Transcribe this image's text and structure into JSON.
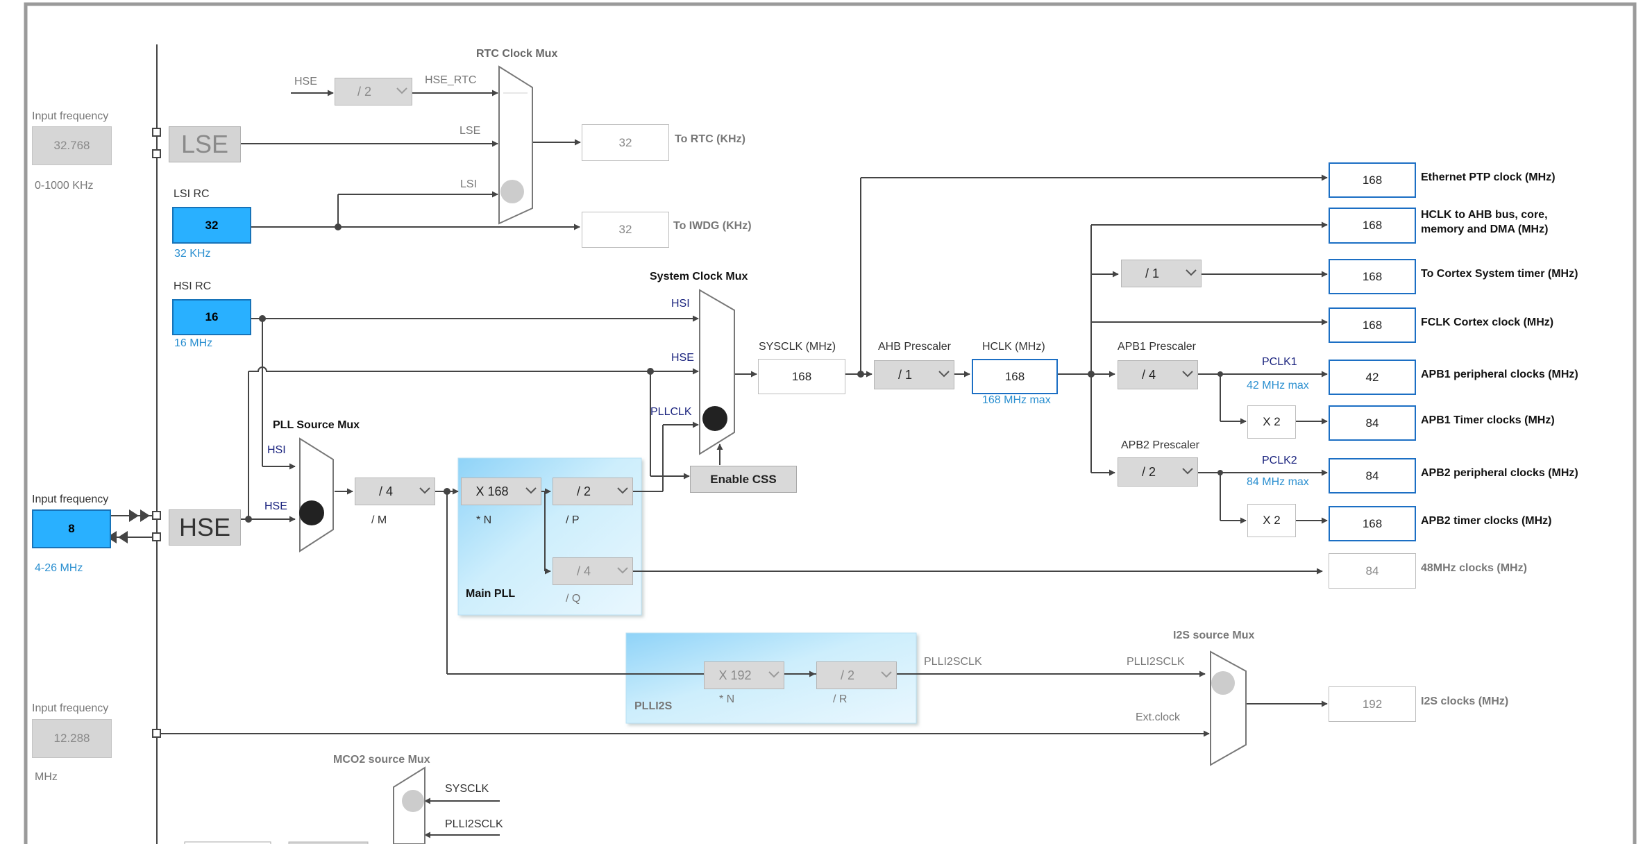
{
  "rtc_mux": {
    "title": "RTC Clock Mux",
    "hse_in": "HSE",
    "hse_div": "/ 2",
    "hse_rtc": "HSE_RTC",
    "lse": "LSE",
    "lsi": "LSI"
  },
  "lse": {
    "input_label": "Input frequency",
    "input_value": "32.768",
    "range": "0-1000 KHz",
    "name": "LSE"
  },
  "lsi": {
    "label": "LSI RC",
    "value": "32",
    "unit": "32 KHz"
  },
  "hsi": {
    "label": "HSI RC",
    "value": "16",
    "unit": "16 MHz"
  },
  "hse": {
    "input_label": "Input frequency",
    "input_value": "8",
    "range": "4-26 MHz",
    "name": "HSE"
  },
  "ext_i2s": {
    "input_label": "Input frequency",
    "input_value": "12.288",
    "unit": "MHz"
  },
  "outputs_rtc": [
    {
      "value": "32",
      "label": "To RTC (KHz)"
    },
    {
      "value": "32",
      "label": "To IWDG (KHz)"
    }
  ],
  "sys_mux": {
    "title": "System Clock Mux",
    "hsi": "HSI",
    "hse": "HSE",
    "pllclk": "PLLCLK",
    "enable_css": "Enable CSS"
  },
  "pll_src_mux": {
    "title": "PLL Source Mux",
    "hsi": "HSI",
    "hse": "HSE"
  },
  "pll": {
    "m_div": "/ 4",
    "m_label": "/ M",
    "n_mul": "X 168",
    "n_label": "* N",
    "p_div": "/ 2",
    "p_label": "/ P",
    "q_div": "/ 4",
    "q_label": "/ Q",
    "title": "Main PLL"
  },
  "plli2s": {
    "n_mul": "X 192",
    "n_label": "* N",
    "r_div": "/ 2",
    "r_label": "/ R",
    "title": "PLLI2S",
    "out_label": "PLLI2SCLK"
  },
  "sysclk": {
    "label": "SYSCLK (MHz)",
    "value": "168"
  },
  "ahb": {
    "label": "AHB Prescaler",
    "value": "/ 1"
  },
  "hclk": {
    "label": "HCLK (MHz)",
    "value": "168",
    "max": "168 MHz max"
  },
  "cortex_div": "/ 1",
  "apb1": {
    "label": "APB1 Prescaler",
    "value": "/ 4",
    "pclk": "PCLK1",
    "max": "42 MHz max",
    "timer_mul": "X 2"
  },
  "apb2": {
    "label": "APB2 Prescaler",
    "value": "/ 2",
    "pclk": "PCLK2",
    "max": "84 MHz max",
    "timer_mul": "X 2"
  },
  "outputs": [
    {
      "value": "168",
      "label": "Ethernet PTP clock (MHz)"
    },
    {
      "value": "168",
      "label": "HCLK to AHB bus, core,",
      "label2": "memory and DMA (MHz)"
    },
    {
      "value": "168",
      "label": "To Cortex System timer (MHz)"
    },
    {
      "value": "168",
      "label": "FCLK Cortex clock (MHz)"
    },
    {
      "value": "42",
      "label": "APB1 peripheral clocks (MHz)"
    },
    {
      "value": "84",
      "label": "APB1 Timer clocks (MHz)"
    },
    {
      "value": "84",
      "label": "APB2 peripheral clocks (MHz)"
    },
    {
      "value": "168",
      "label": "APB2 timer clocks (MHz)"
    },
    {
      "value": "84",
      "label": "48MHz clocks (MHz)"
    },
    {
      "value": "192",
      "label": "I2S clocks (MHz)"
    }
  ],
  "i2s_mux": {
    "title": "I2S source Mux",
    "plli2sclk": "PLLI2SCLK",
    "ext": "Ext.clock"
  },
  "mco2_mux": {
    "title": "MCO2 source Mux",
    "sysclk": "SYSCLK",
    "plli2sclk": "PLLI2SCLK"
  },
  "colors": {
    "accent_blue": "#29b0ff",
    "border_blue": "#1c6fc4",
    "pll_panel": "#bfe6fb",
    "line": "#444444"
  }
}
